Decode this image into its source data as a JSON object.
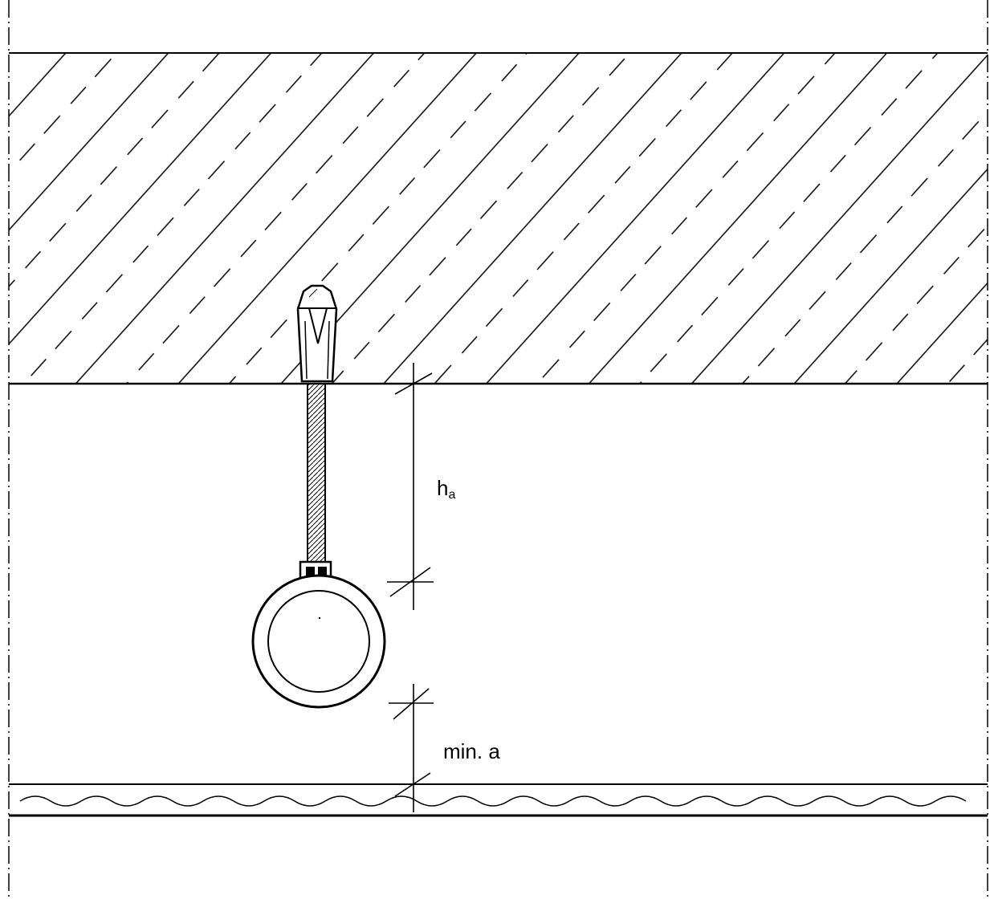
{
  "labels": {
    "ha_main": "h",
    "ha_sub": "a",
    "min_a": "min. a"
  },
  "colors": {
    "ink": "#000000",
    "paper": "#ffffff"
  }
}
